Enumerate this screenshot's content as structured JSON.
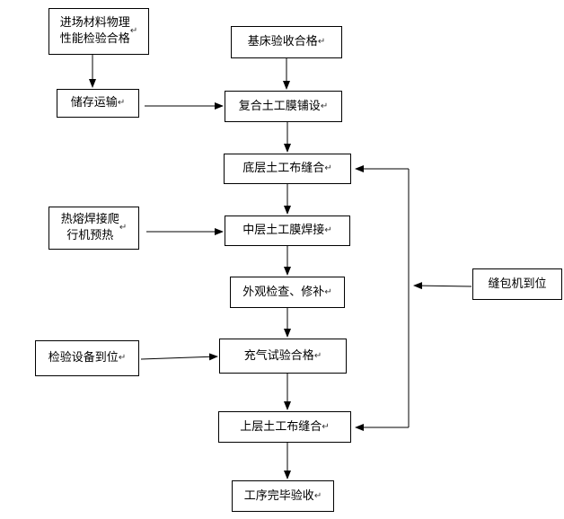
{
  "diagram": {
    "nodes": {
      "incoming_material": "进场材料物理\n性能检验合格",
      "base_bed": "基床验收合格",
      "storage_transport": "储存运输",
      "composite_geomembrane": "复合土工膜铺设",
      "bottom_geotextile": "底层土工布缝合",
      "hot_melt_welder": "热熔焊接爬\n行机预热",
      "middle_geomembrane": "中层土工膜焊接",
      "appearance_check": "外观检查、修补",
      "sewing_machine": "缝包机到位",
      "testing_equipment": "检验设备到位",
      "inflation_test": "充气试验合格",
      "top_geotextile": "上层土工布缝合",
      "completion": "工序完毕验收"
    },
    "paragraph_mark": "↵"
  }
}
